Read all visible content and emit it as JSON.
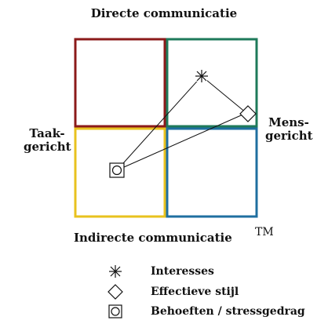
{
  "diagram": {
    "title_top": "Directe communicatie",
    "title_bottom": "Indirecte communicatie",
    "trademark": "TM",
    "label_left_line1": "Taak-",
    "label_left_line2": "gericht",
    "label_right_line1": "Mens-",
    "label_right_line2": "gericht",
    "quadrant_colors": {
      "top_left": "#8b1a1a",
      "top_right": "#1e7a5a",
      "bottom_left": "#e8c21e",
      "bottom_right": "#1f6fa0"
    }
  },
  "legend": [
    {
      "icon": "asterisk-icon",
      "label": "Interesses"
    },
    {
      "icon": "diamond-icon",
      "label": "Effectieve stijl"
    },
    {
      "icon": "circle-in-square-icon",
      "label": "Behoeften / stressgedrag"
    }
  ]
}
